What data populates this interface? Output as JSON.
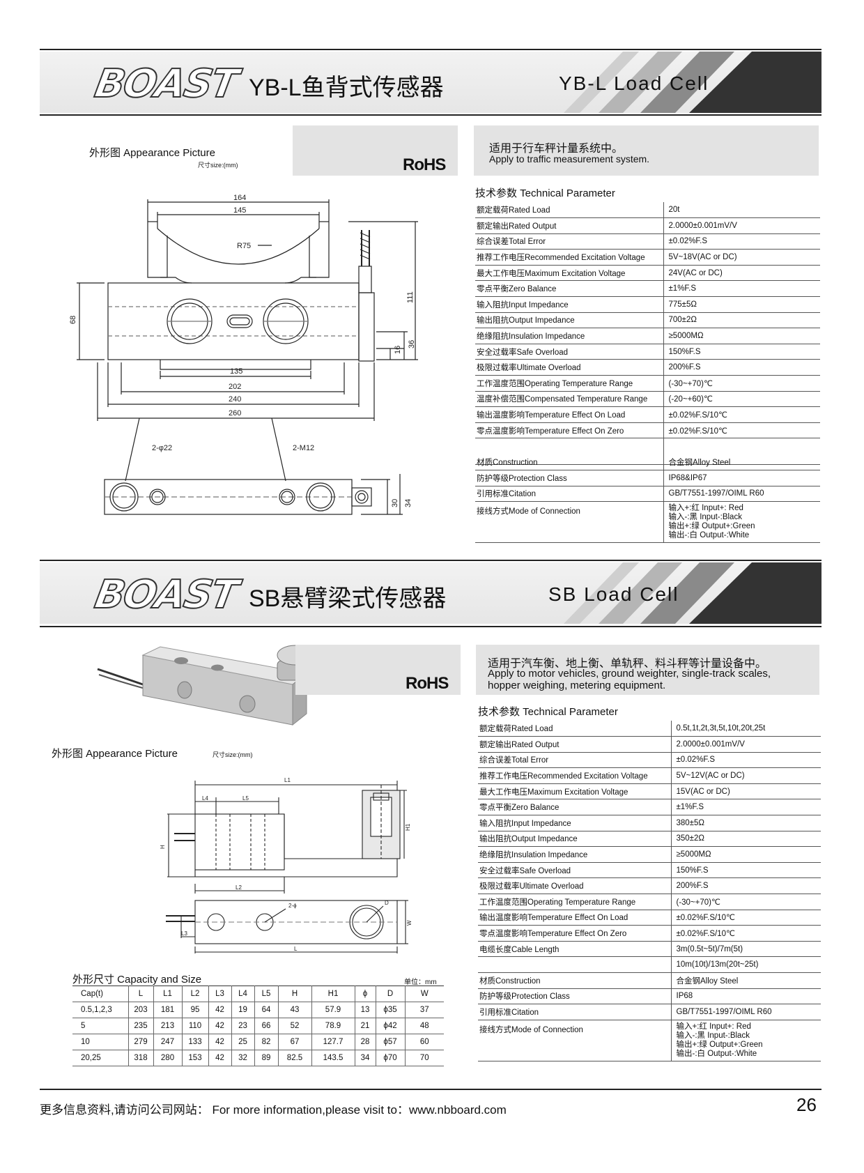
{
  "brand": "BOAST",
  "yb": {
    "title_cn": "YB-L鱼背式传感器",
    "title_en": "YB-L  Load  Cell",
    "appearance_label": "外形图  Appearance Picture",
    "size_unit": "尺寸size:(mm)",
    "rohs": "RoHS",
    "desc_cn": "适用于行车秤计量系统中。",
    "desc_en": "Apply to traffic measurement system.",
    "tech_title": "技术参数  Technical Parameter",
    "dims": {
      "d164": "164",
      "d145": "145",
      "r75": "R75",
      "d111": "111",
      "d68": "68",
      "d16": "16",
      "d36": "36",
      "d135": "135",
      "d202": "202",
      "d240": "240",
      "d260": "260",
      "hole": "2-φ22",
      "thread": "2-M12",
      "d30": "30",
      "d34": "34"
    },
    "params": [
      {
        "k": "额定载荷Rated Load",
        "v": "20t"
      },
      {
        "k": "额定输出Rated Output",
        "v": "2.0000±0.001mV/V"
      },
      {
        "k": "综合误差Total Error",
        "v": "±0.02%F.S"
      },
      {
        "k": "推荐工作电压Recommended Excitation Voltage",
        "v": "5V~18V(AC or DC)"
      },
      {
        "k": "最大工作电压Maximum Excitation Voltage",
        "v": "24V(AC or DC)"
      },
      {
        "k": "零点平衡Zero Balance",
        "v": "±1%F.S"
      },
      {
        "k": "输入阻抗Input Impedance",
        "v": "775±5Ω"
      },
      {
        "k": "输出阻抗Output Impedance",
        "v": "700±2Ω"
      },
      {
        "k": "绝缘阻抗Insulation Impedance",
        "v": "≥5000MΩ"
      },
      {
        "k": "安全过载率Safe Overload",
        "v": "150%F.S"
      },
      {
        "k": "极限过载率Ultimate Overload",
        "v": "200%F.S"
      },
      {
        "k": "工作温度范围Operating Temperature Range",
        "v": "(-30~+70)℃"
      },
      {
        "k": "温度补偿范围Compensated Temperature Range",
        "v": "(-20~+60)℃"
      },
      {
        "k": "输出温度影响Temperature Effect On Load",
        "v": "±0.02%F.S/10℃"
      },
      {
        "k": "零点温度影响Temperature Effect On Zero",
        "v": "±0.02%F.S/10℃"
      }
    ],
    "params2": [
      {
        "k": "材质Construction",
        "v": "合金钢Alloy Steel"
      },
      {
        "k": "防护等级Protection Class",
        "v": "IP68&IP67"
      },
      {
        "k": "引用标准Citation",
        "v": "GB/T7551-1997/OIML R60"
      }
    ],
    "connection_label": "接线方式Mode of Connection",
    "connection": [
      "输入+:红  Input+: Red",
      "输入-:黑  Input-:Black",
      "输出+:绿  Output+:Green",
      "输出-:白  Output-:White"
    ]
  },
  "sb": {
    "title_cn": "SB悬臂梁式传感器",
    "title_en": "SB    Load    Cell",
    "appearance_label": "外形图  Appearance Picture",
    "size_unit": "尺寸size:(mm)",
    "rohs": "RoHS",
    "desc_cn": "适用于汽车衡、地上衡、单轨秤、料斗秤等计量设备中。",
    "desc_en1": "Apply to motor vehicles, ground weighter, single-track scales,",
    "desc_en2": "hopper weighing, metering equipment.",
    "tech_title": "技术参数  Technical Parameter",
    "dims": {
      "L1": "L1",
      "L4": "L4",
      "L5": "L5",
      "H": "H",
      "H1": "H1",
      "L2": "L2",
      "L3": "L3",
      "L": "L",
      "W": "W",
      "D": "D",
      "phi": "2-ϕ"
    },
    "params": [
      {
        "k": "额定载荷Rated Load",
        "v": "0.5t,1t,2t,3t,5t,10t,20t,25t"
      },
      {
        "k": "额定输出Rated Output",
        "v": "2.0000±0.001mV/V"
      },
      {
        "k": "综合误差Total Error",
        "v": "±0.02%F.S"
      },
      {
        "k": "推荐工作电压Recommended Excitation Voltage",
        "v": "5V~12V(AC or DC)"
      },
      {
        "k": "最大工作电压Maximum Excitation Voltage",
        "v": "15V(AC or DC)"
      },
      {
        "k": "零点平衡Zero Balance",
        "v": "±1%F.S"
      },
      {
        "k": "输入阻抗Input Impedance",
        "v": "380±5Ω"
      },
      {
        "k": "输出阻抗Output Impedance",
        "v": "350±2Ω"
      },
      {
        "k": "绝缘阻抗Insulation Impedance",
        "v": "≥5000MΩ"
      },
      {
        "k": "安全过载率Safe Overload",
        "v": "150%F.S"
      },
      {
        "k": "极限过载率Ultimate Overload",
        "v": "200%F.S"
      },
      {
        "k": "工作温度范围Operating Temperature Range",
        "v": "(-30~+70)℃"
      },
      {
        "k": "输出温度影响Temperature Effect On Load",
        "v": "±0.02%F.S/10℃"
      },
      {
        "k": "零点温度影响Temperature Effect On Zero",
        "v": "±0.02%F.S/10℃"
      }
    ],
    "cable_label": "电缆长度Cable Length",
    "cable_v1": "3m(0.5t~5t)/7m(5t)",
    "cable_v2": "10m(10t)/13m(20t~25t)",
    "params2": [
      {
        "k": "材质Construction",
        "v": "合金钢Alloy Steel"
      },
      {
        "k": "防护等级Protection Class",
        "v": "IP68"
      },
      {
        "k": "引用标准Citation",
        "v": "GB/T7551-1997/OIML R60"
      }
    ],
    "connection_label": "接线方式Mode of Connection",
    "connection": [
      "输入+:红  Input+: Red",
      "输入-:黑  Input-:Black",
      "输出+:绿  Output+:Green",
      "输出-:白  Output-:White"
    ],
    "capacity_title": "外形尺寸  Capacity and Size",
    "unit": "单位：mm",
    "capacity": {
      "headers": [
        "Cap(t)",
        "L",
        "L1",
        "L2",
        "L3",
        "L4",
        "L5",
        "H",
        "H1",
        "ϕ",
        "D",
        "W"
      ],
      "rows": [
        [
          "0.5,1,2,3",
          "203",
          "181",
          "95",
          "42",
          "19",
          "64",
          "43",
          "57.9",
          "13",
          "ϕ35",
          "37"
        ],
        [
          "5",
          "235",
          "213",
          "110",
          "42",
          "23",
          "66",
          "52",
          "78.9",
          "21",
          "ϕ42",
          "48"
        ],
        [
          "10",
          "279",
          "247",
          "133",
          "42",
          "25",
          "82",
          "67",
          "127.7",
          "28",
          "ϕ57",
          "60"
        ],
        [
          "20,25",
          "318",
          "280",
          "153",
          "42",
          "32",
          "89",
          "82.5",
          "143.5",
          "34",
          "ϕ70",
          "70"
        ]
      ]
    }
  },
  "footer": {
    "text": "更多信息资料,请访问公司网站：  For more information,please visit to：www.nbboard.com",
    "page": "26"
  }
}
